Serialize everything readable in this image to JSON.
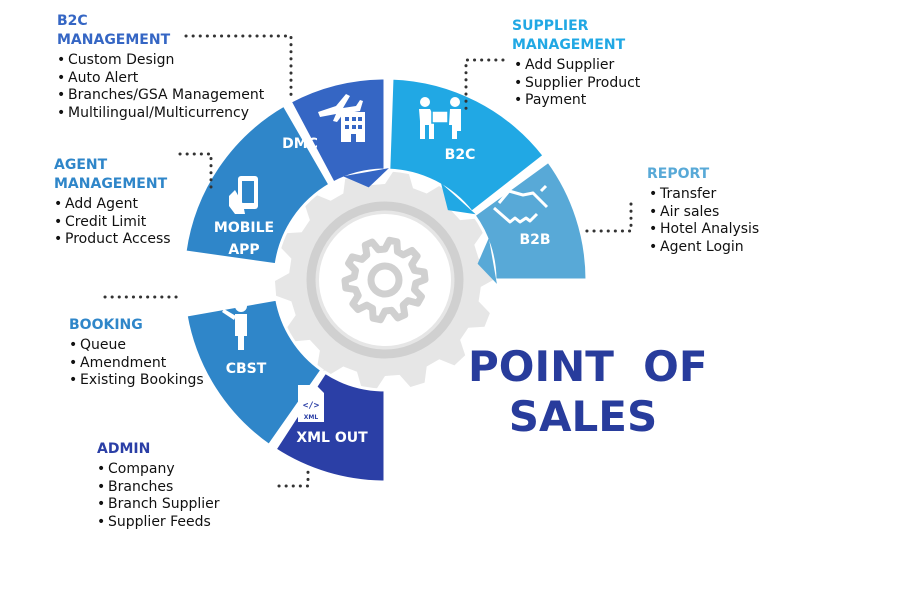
{
  "title": {
    "line1": "POINT  OF",
    "line2": "SALES"
  },
  "colors": {
    "navy": "#2b3fa6",
    "royal": "#3566c4",
    "blue": "#2f86c9",
    "sky": "#21a8e4",
    "steel": "#58a9d7",
    "gear": "#e6e6e6",
    "gear_inner": "#d0d0d0",
    "title": "#283c9c"
  },
  "segments": [
    {
      "label": "DMC",
      "icon": "plane-building-icon",
      "color": "#3566c4"
    },
    {
      "label": "B2C",
      "icon": "delivery-people-icon",
      "color": "#21a8e4"
    },
    {
      "label": "B2B",
      "icon": "handshake-icon",
      "color": "#58a9d7"
    },
    {
      "label": "MOBILE",
      "label2": "APP",
      "icon": "mobile-hand-icon",
      "color": "#2f86c9"
    },
    {
      "label": "CBST",
      "icon": "presenter-icon",
      "color": "#2f86c9"
    },
    {
      "label": "XML OUT",
      "icon": "xml-file-icon",
      "icon_text": "XML",
      "color": "#2b3fa6"
    }
  ],
  "panels": {
    "b2c": {
      "title": "B2C",
      "title2": "MANAGEMENT",
      "color": "#3566c4",
      "items": [
        "Custom Design",
        "Auto Alert",
        "Branches/GSA Management",
        "Multilingual/Multicurrency"
      ]
    },
    "supplier": {
      "title": "SUPPLIER",
      "title2": "MANAGEMENT",
      "color": "#21a8e4",
      "items": [
        "Add Supplier",
        "Supplier Product",
        "Payment"
      ]
    },
    "agent": {
      "title": "AGENT",
      "title2": "MANAGEMENT",
      "color": "#2f86c9",
      "items": [
        "Add Agent",
        "Credit Limit",
        "Product Access"
      ]
    },
    "report": {
      "title": "REPORT",
      "color": "#58a9d7",
      "items": [
        "Transfer",
        "Air sales",
        "Hotel Analysis",
        "Agent Login"
      ]
    },
    "booking": {
      "title": "BOOKING",
      "color": "#2f86c9",
      "items": [
        "Queue",
        "Amendment",
        "Existing Bookings"
      ]
    },
    "admin": {
      "title": "ADMIN",
      "color": "#2b3fa6",
      "items": [
        "Company",
        "Branches",
        "Branch Supplier",
        "Supplier Feeds"
      ]
    }
  }
}
